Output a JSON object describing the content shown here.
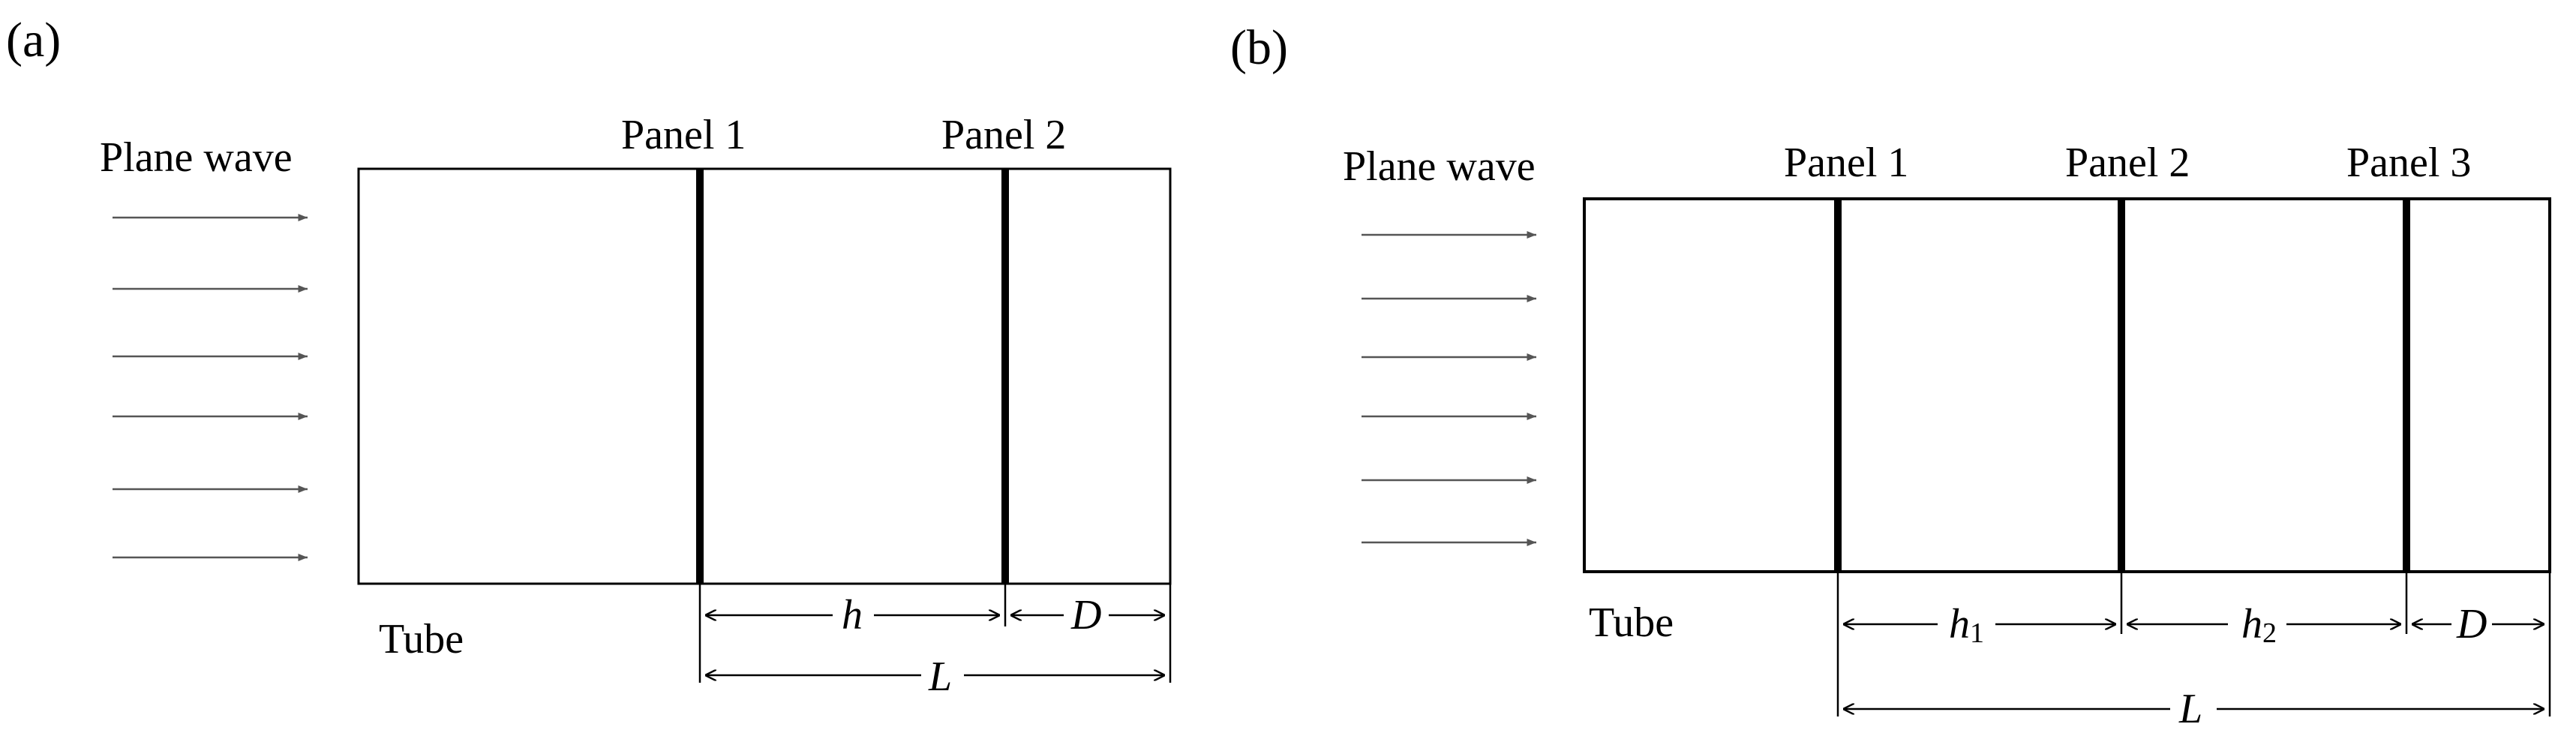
{
  "panel_a": {
    "label": "(a)",
    "incident_label": "Plane wave",
    "tube_label": "Tube",
    "panels": [
      "Panel 1",
      "Panel 2"
    ],
    "dims": {
      "h": "h",
      "D": "D",
      "L": "L"
    }
  },
  "panel_b": {
    "label": "(b)",
    "incident_label": "Plane wave",
    "tube_label": "Tube",
    "panels": [
      "Panel 1",
      "Panel 2",
      "Panel 3"
    ],
    "dims": {
      "h1_main": "h",
      "h1_sub": "1",
      "h2_main": "h",
      "h2_sub": "2",
      "D": "D",
      "L": "L"
    }
  },
  "colors": {
    "line": "#000000",
    "arrow": "#555555"
  }
}
